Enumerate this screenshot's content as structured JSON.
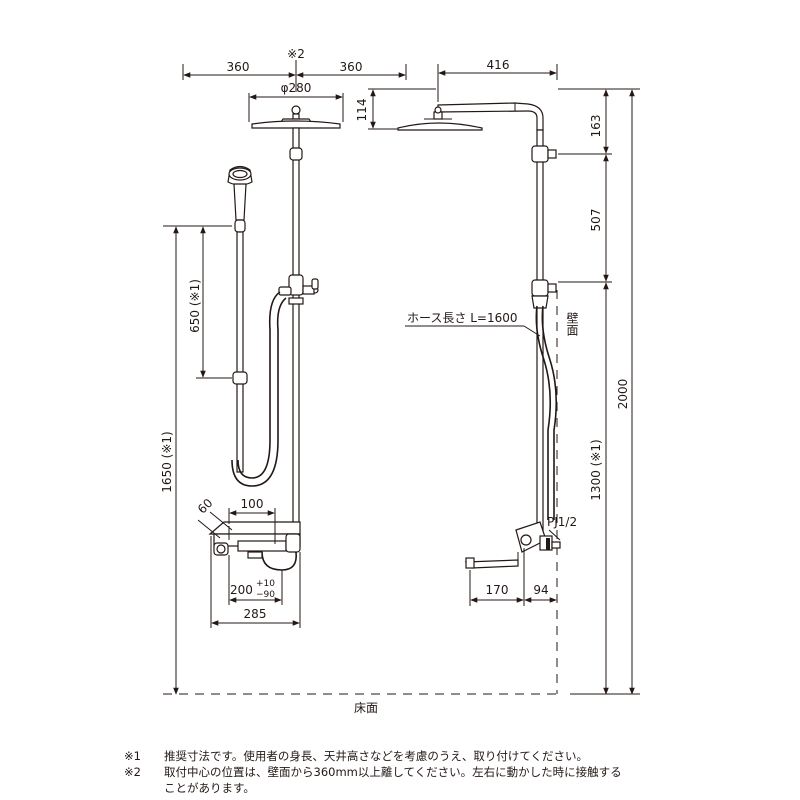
{
  "front_view": {
    "dim_left_360": "360",
    "dim_right_360": "360",
    "note_mark_2": "※2",
    "diameter_280": "φ280",
    "dim_650": "650 (※1)",
    "dim_1650": "1650 (※1)",
    "dim_60": "60",
    "dim_100": "100",
    "dim_200": "200",
    "tol_plus": "+10",
    "tol_minus": "−90",
    "dim_285": "285"
  },
  "side_view": {
    "dim_416": "416",
    "dim_114": "114",
    "dim_163": "163",
    "dim_507": "507",
    "dim_2000": "2000",
    "dim_1300": "1300 (※1)",
    "hose_label": "ホース長さ L=1600",
    "wall_label": "壁面",
    "pj_label": "PJ1/2",
    "dim_170": "170",
    "dim_94": "94"
  },
  "floor_label": "床面",
  "notes": [
    {
      "mark": "※1",
      "text": "推奨寸法です。使用者の身長、天井高さなどを考慮のうえ、取り付けてください。"
    },
    {
      "mark": "※2",
      "text": "取付中心の位置は、壁面から360mm以上離してください。左右に動かした時に接触する"
    },
    {
      "mark": "",
      "text": "ことがあります。"
    }
  ]
}
